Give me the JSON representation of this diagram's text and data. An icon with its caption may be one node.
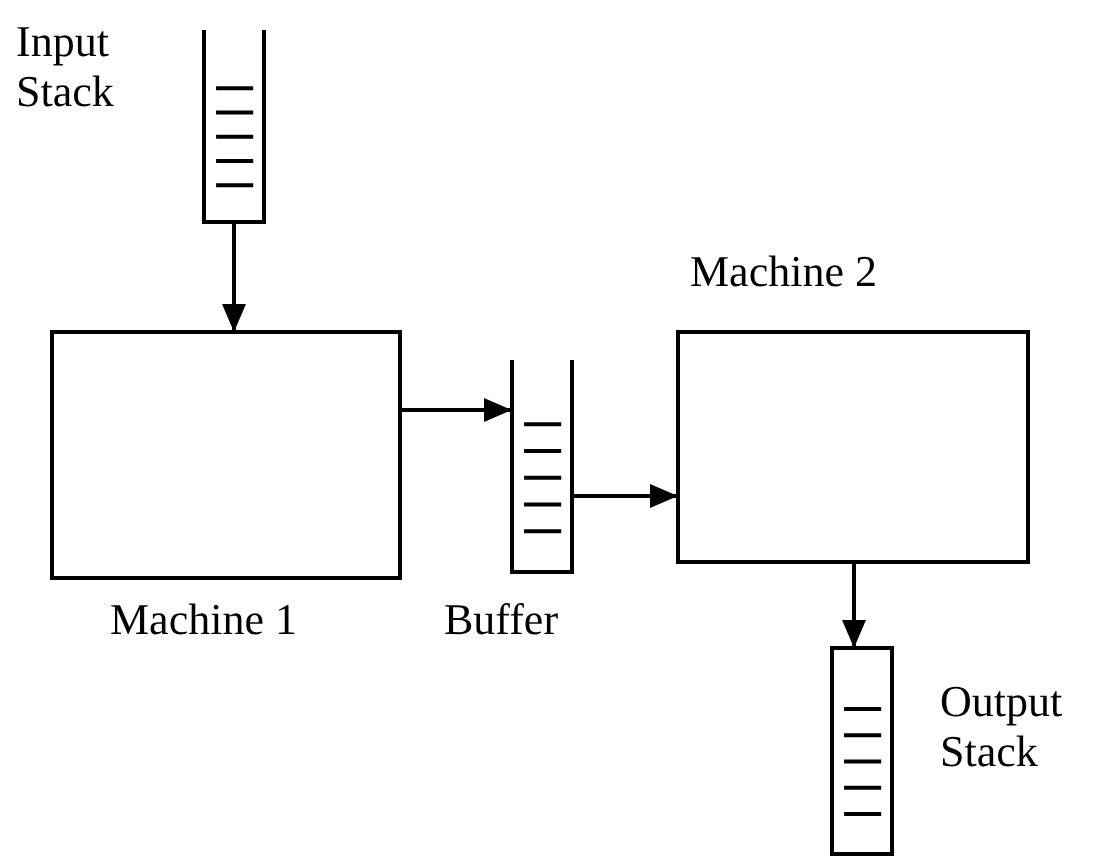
{
  "diagram": {
    "nodes": [
      {
        "text": [
          "Input Stack"
        ]
      },
      {
        "text": [
          "Machine 1"
        ]
      },
      {
        "text": [
          "Buffer"
        ]
      },
      {
        "text": [
          "Machine 2"
        ]
      },
      {
        "text": [
          "Output Stack"
        ]
      }
    ],
    "edges": [
      {
        "from": 0,
        "to": 1,
        "arrow": "to"
      },
      {
        "from": 1,
        "to": 2,
        "arrow": "to"
      },
      {
        "from": 2,
        "to": 3,
        "arrow": "to"
      },
      {
        "from": 3,
        "to": 4,
        "arrow": "to"
      }
    ]
  }
}
